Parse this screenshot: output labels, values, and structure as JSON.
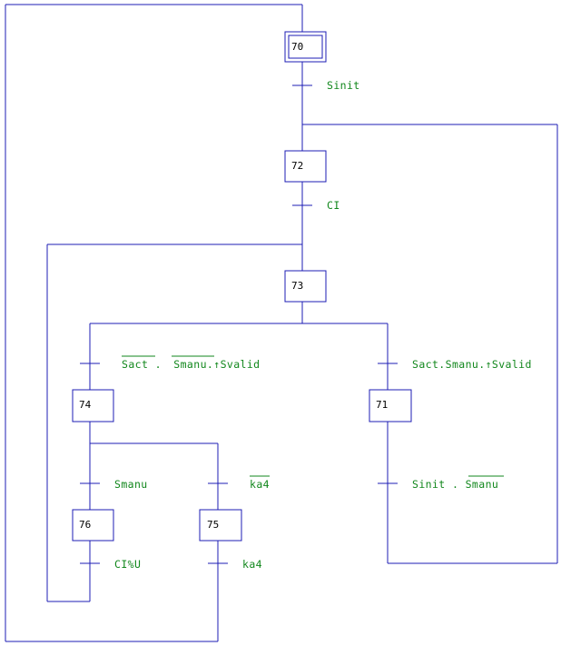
{
  "steps": {
    "s70": "70",
    "s72": "72",
    "s73": "73",
    "s74": "74",
    "s71": "71",
    "s76": "76",
    "s75": "75"
  },
  "transitions": {
    "t70_72": "Sinit",
    "t72_73": "CI",
    "t73_74": {
      "part1": "Sact",
      "sep1": " . ",
      "part2": "Smanu",
      "sep2": ".",
      "arrow": "↑",
      "part3": "Svalid"
    },
    "t73_71": {
      "part1": "Sact.Smanu.",
      "arrow": "↑",
      "part2": "Svalid"
    },
    "t74_76": "Smanu",
    "t74_75": "ka4",
    "t71_72": {
      "part1": "Sinit . ",
      "part2": "Smanu"
    },
    "t76_73": "CI%U",
    "t75_70": "ka4"
  }
}
